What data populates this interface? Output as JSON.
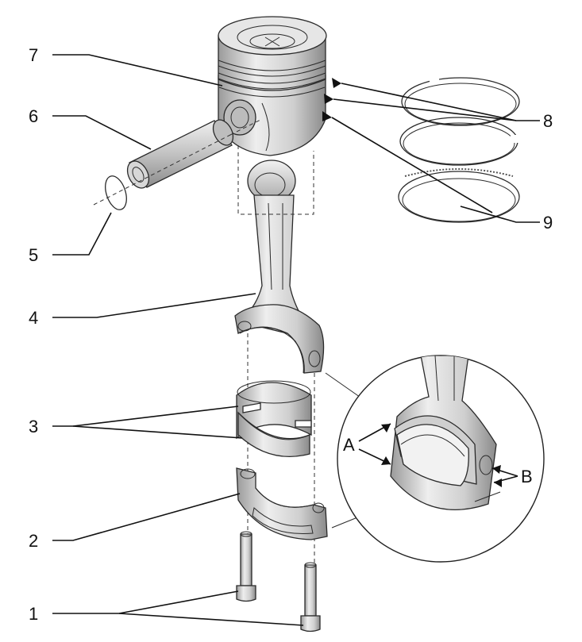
{
  "callouts": {
    "n1": "1",
    "n2": "2",
    "n3": "3",
    "n4": "4",
    "n5": "5",
    "n6": "6",
    "n7": "7",
    "n8": "8",
    "n9": "9",
    "detail_a": "A",
    "detail_b": "B"
  },
  "colors": {
    "metal_light": "#e4e4e4",
    "metal_mid": "#c4c4c4",
    "metal_dark": "#8e8e8e",
    "line": "#111111"
  }
}
